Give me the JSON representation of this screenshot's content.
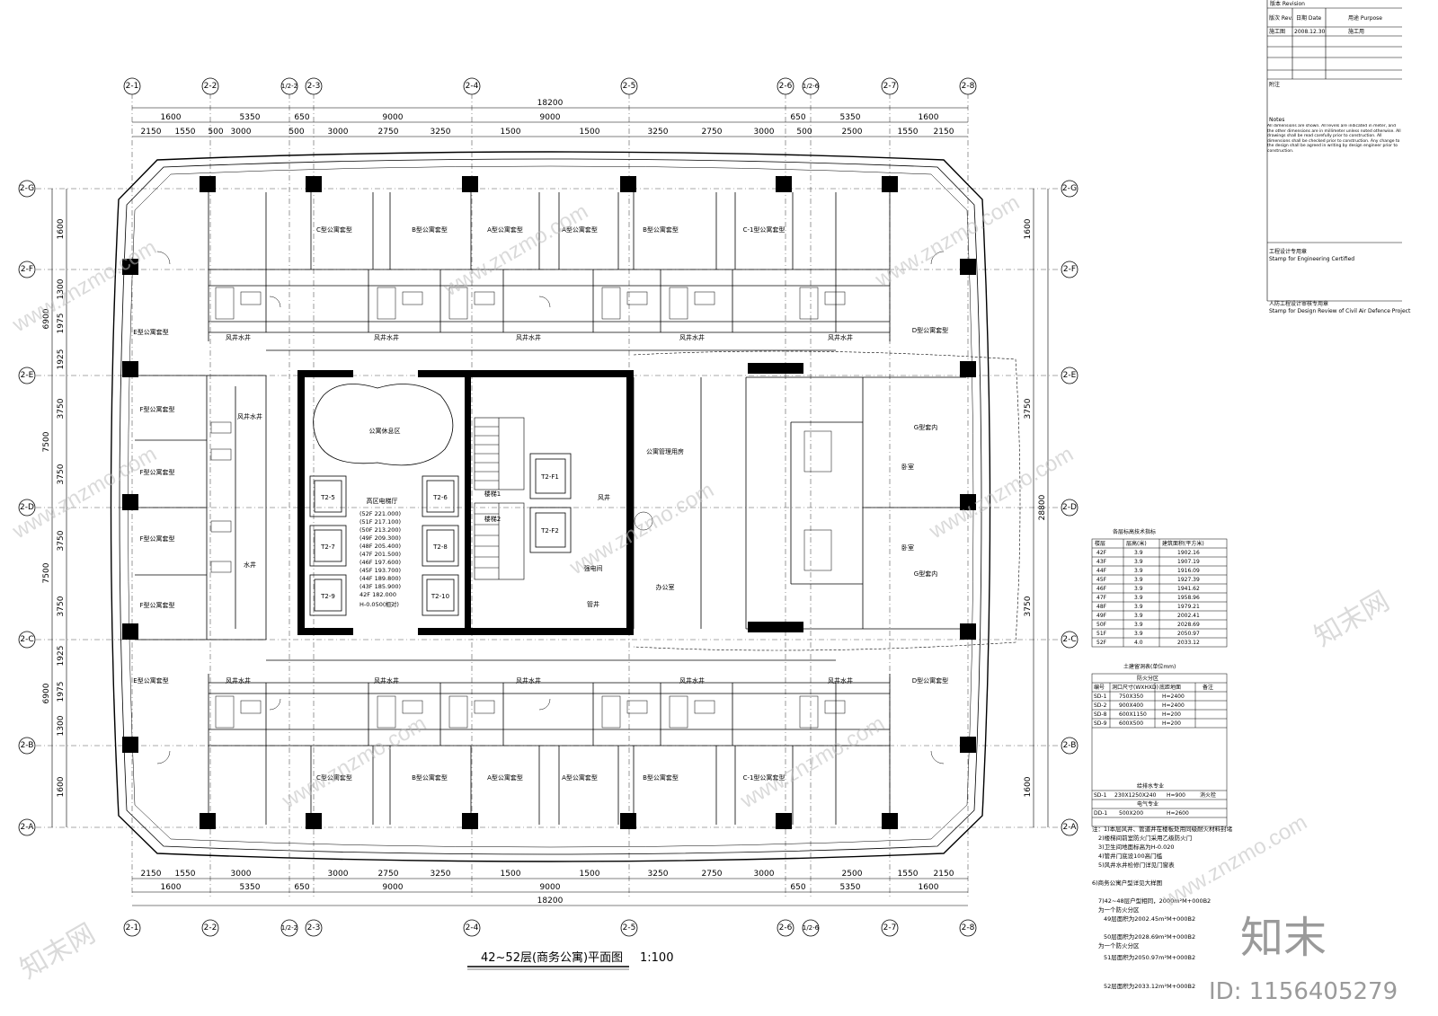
{
  "drawing": {
    "title": "42~52层(商务公寓)平面图",
    "scale": "1:100"
  },
  "grid_top": [
    "2-1",
    "2-2",
    "1/2-2",
    "2-3",
    "2-4",
    "2-5",
    "2-6",
    "1/2-6",
    "2-7",
    "2-8"
  ],
  "grid_side": [
    "2-G",
    "2-F",
    "2-E",
    "2-D",
    "2-C",
    "2-B",
    "2-A"
  ],
  "dims_top_overall": "18200",
  "dims_top_row1": [
    "1600",
    "5350",
    "650",
    "9000",
    "9000",
    "650",
    "5350",
    "1600"
  ],
  "dims_top_row2": [
    "2150",
    "1550",
    "500",
    "3000",
    "500",
    "3000",
    "2750",
    "3250",
    "1500",
    "1500",
    "3250",
    "2750",
    "3000",
    "500",
    "2500",
    "1550",
    "2150"
  ],
  "dims_side_left": [
    "1600",
    "1300",
    "1975",
    "1925",
    "3750",
    "3750",
    "3750",
    "3750",
    "1925",
    "1975",
    "1300",
    "1600"
  ],
  "dims_side_left_total": [
    "6900",
    "7500",
    "7500",
    "6900"
  ],
  "dims_side_total": "28800",
  "rooms": {
    "apt_c": "C型公寓套型",
    "apt_b": "B型公寓套型",
    "apt_a": "A型公寓套型",
    "apt_d": "D型公寓套型",
    "apt_c1": "C-1型公寓套型",
    "apt_f": "F型公寓套型",
    "apt_e": "E型公寓套型",
    "apt_g": "G型套内",
    "lounge": "公寓休息区",
    "elevator_hall": "高区电梯厅",
    "mgmt": "公寓管理用房",
    "stair1": "楼梯1",
    "stair2": "楼梯2",
    "shaft": "风井",
    "shaft_water": "风井水井",
    "water_shaft": "水井",
    "elec": "强电间",
    "office": "办公室",
    "bedroom": "卧室",
    "pipe": "管井"
  },
  "elevators": [
    "T2-5",
    "T2-6",
    "T2-7",
    "T2-8",
    "T2-9",
    "T2-10",
    "T2-F1",
    "T2-F2"
  ],
  "elevator_levels": [
    "(52F 221.000)",
    "(51F 217.100)",
    "(50F 213.200)",
    "(49F 209.300)",
    "(48F 205.400)",
    "(47F 201.500)",
    "(46F 197.600)",
    "(45F 193.700)",
    "(44F 189.800)",
    "(43F 185.900)",
    "42F 182.000",
    "H-0.050(相对)"
  ],
  "title_block": {
    "revision_header": "版本 Revision",
    "rev_col": "版次 Rev.",
    "date_col": "日期 Date",
    "purpose_col": "用途 Purpose",
    "rev_value": "施工图",
    "date_value": "2008.12.30",
    "purpose_value": "施工用",
    "notes_cn_header": "附注",
    "notes_en_header": "Notes",
    "notes_en": "All dimensions are shown. All levels are indicated in meter, and the other dimensions are in millimeter unless noted otherwise. All drawings shall be read carefully prior to construction. All dimensions shall be checked prior to construction. Any change to the design shall be agreed in writing by design engineer prior to construction.",
    "stamp1_cn": "工程设计专用章",
    "stamp1_en": "Stamp for Engineering Certified",
    "stamp2_cn": "人防工程设计审核专用章",
    "stamp2_en": "Stamp for Design Review of Civil Air Defence Project"
  },
  "floor_table": {
    "title": "各层标高技术指标",
    "headers": [
      "楼层",
      "层高(米)",
      "建筑面积(平方米)"
    ],
    "rows": [
      [
        "42F",
        "3.9",
        "1902.16"
      ],
      [
        "43F",
        "3.9",
        "1907.19"
      ],
      [
        "44F",
        "3.9",
        "1916.09"
      ],
      [
        "45F",
        "3.9",
        "1927.39"
      ],
      [
        "46F",
        "3.9",
        "1941.62"
      ],
      [
        "47F",
        "3.9",
        "1958.96"
      ],
      [
        "48F",
        "3.9",
        "1979.21"
      ],
      [
        "49F",
        "3.9",
        "2002.41"
      ],
      [
        "50F",
        "3.9",
        "2028.69"
      ],
      [
        "51F",
        "3.9",
        "2050.97"
      ],
      [
        "52F",
        "4.0",
        "2033.12"
      ]
    ]
  },
  "opening_table": {
    "title": "土建留洞表(单位mm)",
    "sub": "防火分区",
    "headers": [
      "编号",
      "洞口尺寸(WXHXD)",
      "底距地面",
      "备注"
    ],
    "rows": [
      [
        "SD-1",
        "750X350",
        "H=2400",
        ""
      ],
      [
        "SD-2",
        "900X400",
        "H=2400",
        ""
      ],
      [
        "SD-8",
        "600X1150",
        "H=200",
        "",
        ""
      ],
      [
        "SD-9",
        "600X500",
        "H=200",
        ""
      ]
    ],
    "sub2": "给排水专业",
    "row_sd": [
      "SD-1",
      "230X1250X240",
      "H=900",
      "消火栓"
    ],
    "sub3": "电气专业",
    "row_dd": [
      "DD-1",
      "500X200",
      "H=2600",
      ""
    ]
  },
  "notes": [
    "注：1)本层风井、管道井在楼板处用同级耐火材料封堵",
    "2)楼梯间前室防火门采用乙级防火门",
    "3)卫生间地面标高为H-0.020",
    "4)管井门底设100高门槛",
    "5)风井水井检修门详见门窗表",
    "6)商务公寓户型详见大样图",
    "7)42~48层户型相同，2000m²M+000B2",
    "为一个防火分区",
    "49层面积为2002.45m²M+000B2",
    "50层面积为2028.69m²M+000B2",
    "为一个防火分区",
    "51层面积为2050.97m²M+000B2",
    "52层面积为2033.12m²M+000B2"
  ],
  "watermark": {
    "site": "www.znzmo.com",
    "brand": "知末网",
    "logo": "知末",
    "id": "ID: 1156405279"
  }
}
